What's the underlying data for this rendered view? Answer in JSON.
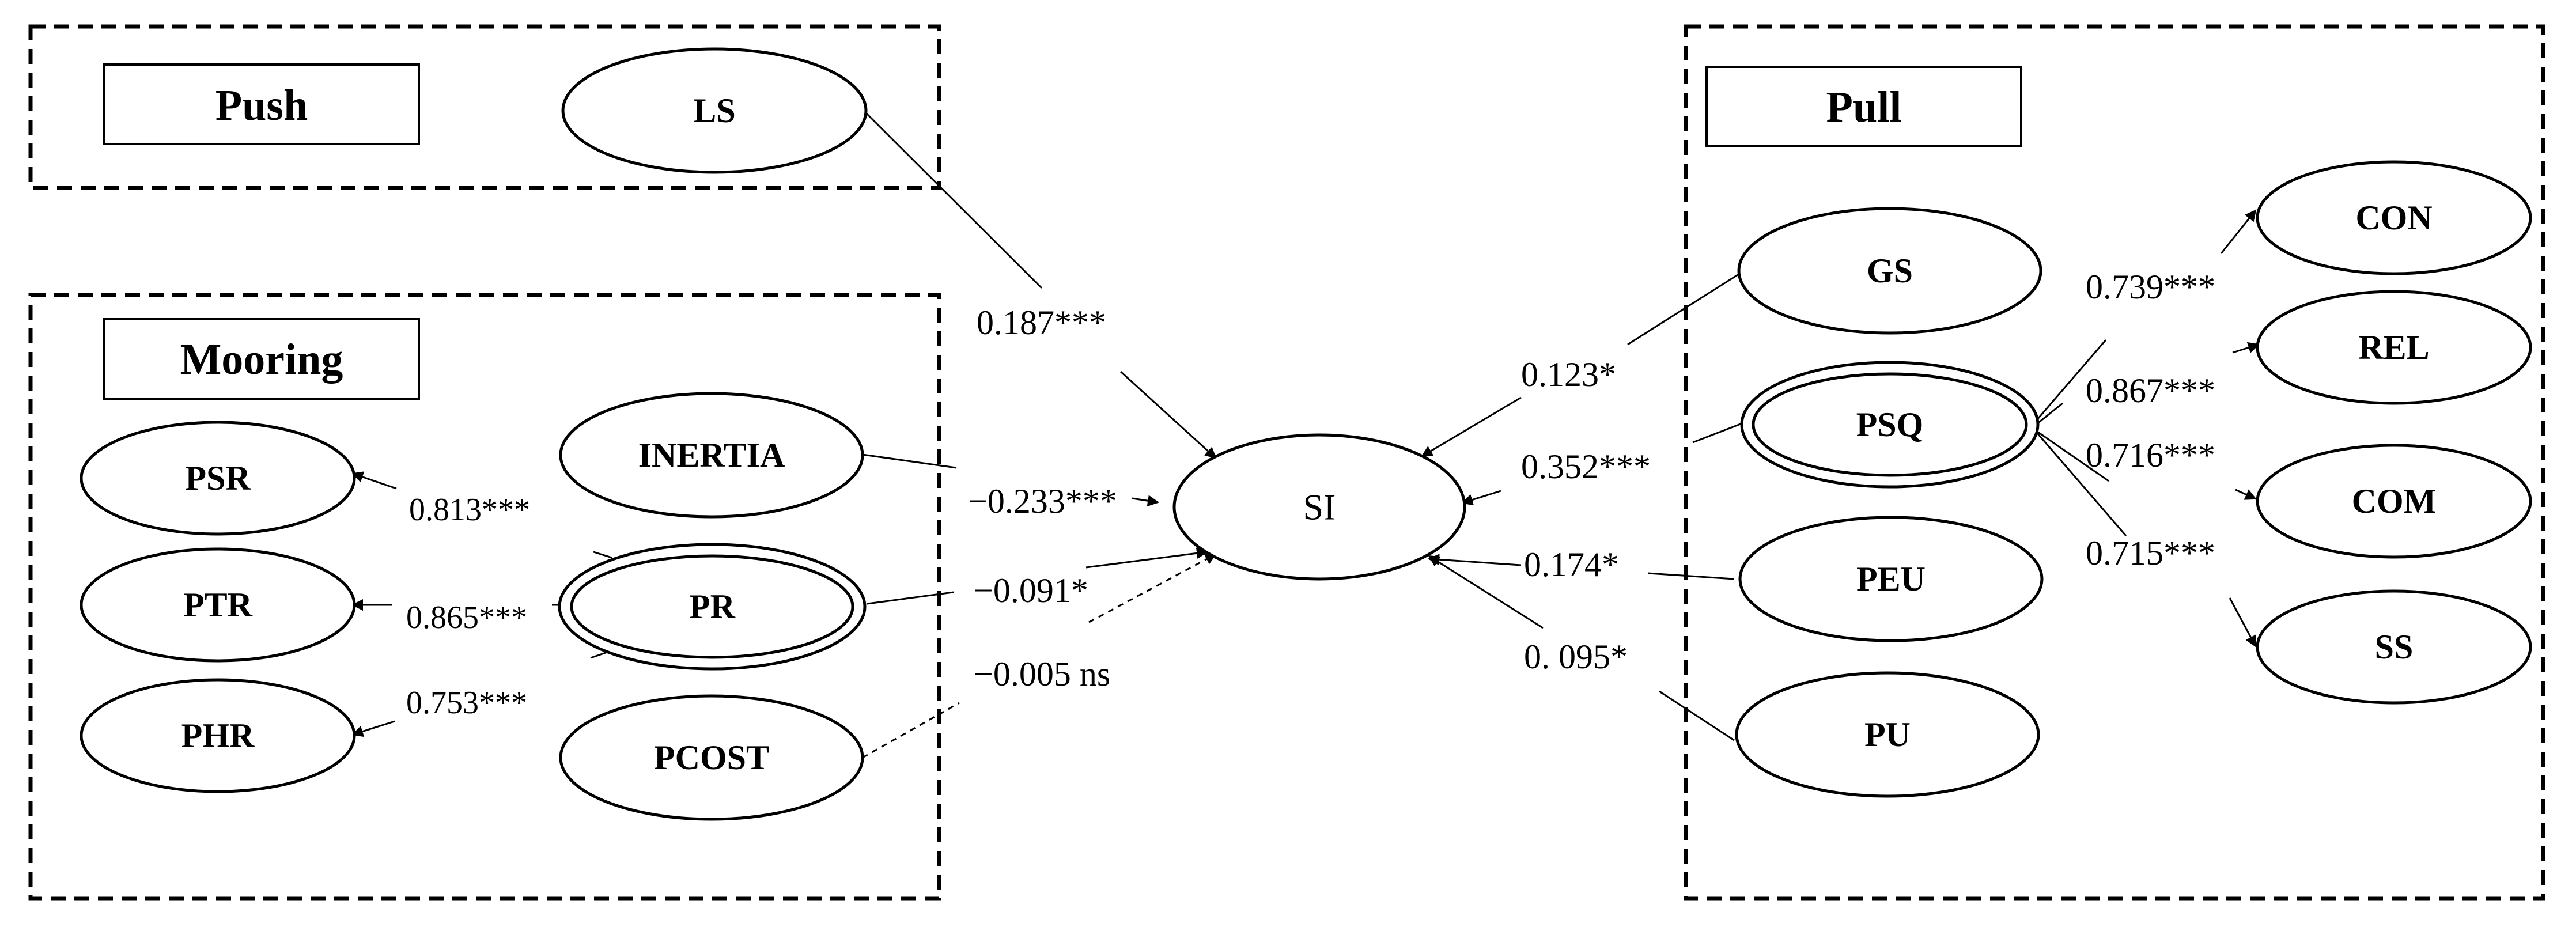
{
  "groups": {
    "push": {
      "title": "Push"
    },
    "mooring": {
      "title": "Mooring"
    },
    "pull": {
      "title": "Pull"
    }
  },
  "nodes": {
    "ls": "LS",
    "inertia": "INERTIA",
    "pr": "PR",
    "pcost": "PCOST",
    "psr": "PSR",
    "ptr": "PTR",
    "phr": "PHR",
    "si": "SI",
    "gs": "GS",
    "psq": "PSQ",
    "peu": "PEU",
    "pu": "PU",
    "con": "CON",
    "rel": "REL",
    "com": "COM",
    "ss": "SS"
  },
  "paths": {
    "ls_si": "0.187***",
    "inertia_si": "−0.233***",
    "pr_si": "−0.091*",
    "pcost_si": "−0.005 ns",
    "gs_si": "0.123*",
    "psq_si": "0.352***",
    "peu_si": "0.174*",
    "pu_si": "0. 095*",
    "pr_psr": "0.813***",
    "pr_ptr": "0.865***",
    "pr_phr": "0.753***",
    "psq_con": "0.739***",
    "psq_rel": "0.867***",
    "psq_com": "0.716***",
    "psq_ss": "0.715***"
  }
}
